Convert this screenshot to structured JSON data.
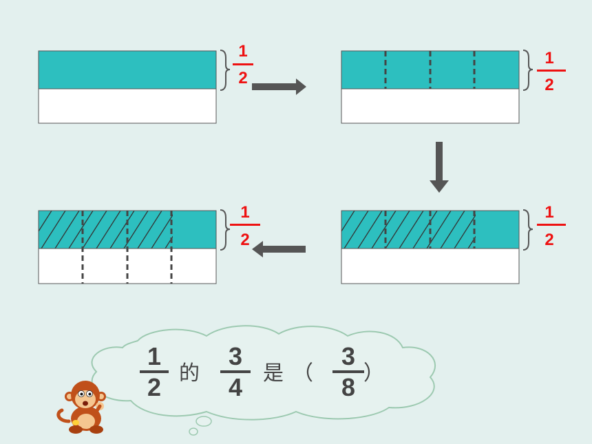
{
  "colors": {
    "background": "#e3f0ee",
    "teal": "#2dbfbf",
    "white": "#ffffff",
    "border": "#555555",
    "dash": "#444444",
    "fraction_red": "#ee1111",
    "arrow": "#555555",
    "cloud_stroke": "#9cc9b0",
    "cloud_fill": "#e6f2ef",
    "equation_text": "#444444"
  },
  "diagram": {
    "panels": [
      {
        "id": "p1",
        "divisions": 1,
        "hatched_parts": 0,
        "bottom_dashes": false,
        "label": {
          "num": "1",
          "den": "2"
        }
      },
      {
        "id": "p2",
        "divisions": 4,
        "hatched_parts": 0,
        "bottom_dashes": false,
        "label": {
          "num": "1",
          "den": "2"
        }
      },
      {
        "id": "p3",
        "divisions": 4,
        "hatched_parts": 3,
        "bottom_dashes": false,
        "label": {
          "num": "1",
          "den": "2"
        }
      },
      {
        "id": "p4",
        "divisions": 4,
        "hatched_parts": 3,
        "bottom_dashes": true,
        "label": {
          "num": "1",
          "den": "2"
        }
      }
    ],
    "arrows": [
      {
        "id": "a1",
        "direction": "right"
      },
      {
        "id": "a2",
        "direction": "down"
      },
      {
        "id": "a3",
        "direction": "left"
      }
    ]
  },
  "equation": {
    "frac1": {
      "num": "1",
      "den": "2"
    },
    "word_of": "的",
    "frac2": {
      "num": "3",
      "den": "4"
    },
    "word_is": "是",
    "paren_open": "（",
    "answer": {
      "num": "3",
      "den": "8"
    },
    "paren_close": "）"
  },
  "mascot": {
    "icon": "monkey-icon"
  }
}
